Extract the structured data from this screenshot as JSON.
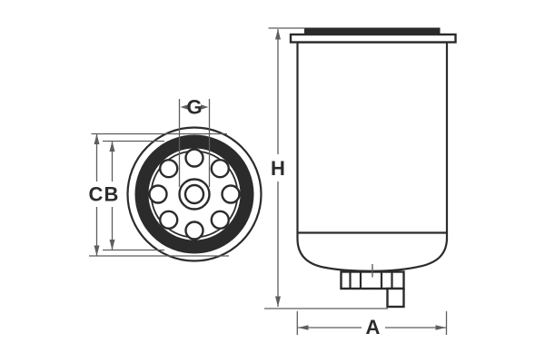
{
  "colors": {
    "ink": "#2b2b2b",
    "dim": "#5e5e5e",
    "bg": "#ffffff"
  },
  "diagram": {
    "kind": "technical dimension drawing",
    "subject": "spin-on fuel filter, end view and side view",
    "views": {
      "end_view": {
        "parts": [
          "outer-rim",
          "seal-ring",
          "inner-plate",
          "bolt-hole-x8",
          "center-hub",
          "center-thread-hole"
        ]
      },
      "side_view": {
        "parts": [
          "top-gasket",
          "flange",
          "housing-body",
          "base-seam",
          "hex-drain-plug",
          "drain-outlet"
        ]
      }
    },
    "labels": {
      "g": "G",
      "c": "C",
      "b": "B",
      "h": "H",
      "a": "A"
    }
  }
}
